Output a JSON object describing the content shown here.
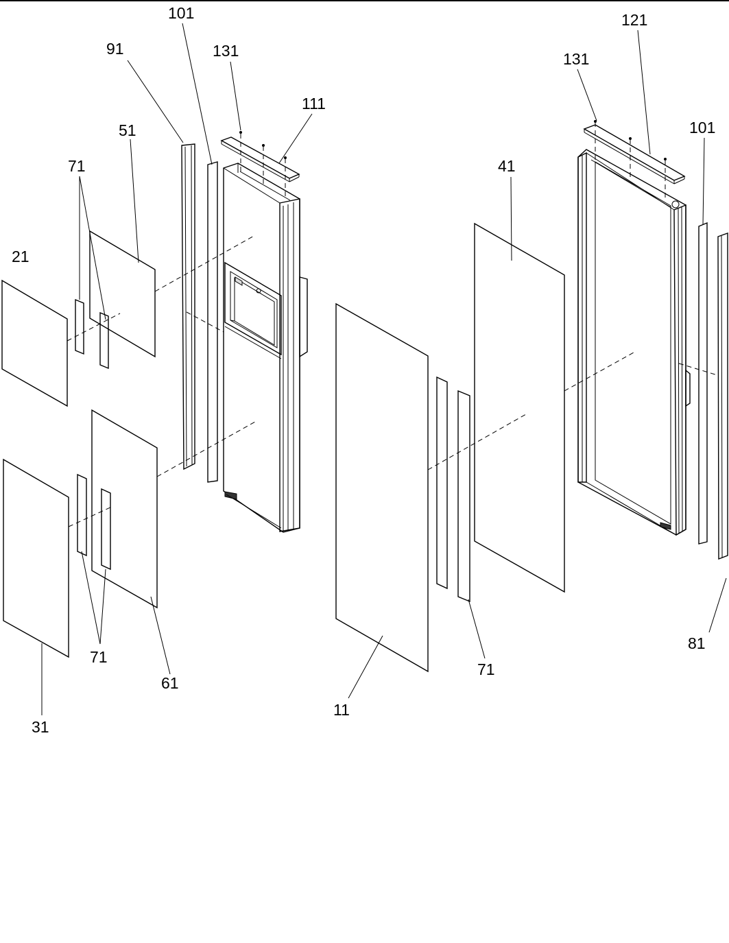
{
  "labels": {
    "l91": "91",
    "l101a": "101",
    "l131a": "131",
    "l111": "111",
    "l51": "51",
    "l71a": "71",
    "l21": "21",
    "l71b": "71",
    "l61": "61",
    "l31": "31",
    "l11": "11",
    "l71c": "71",
    "l41": "41",
    "l131b": "131",
    "l121": "121",
    "l101b": "101",
    "l81": "81"
  }
}
